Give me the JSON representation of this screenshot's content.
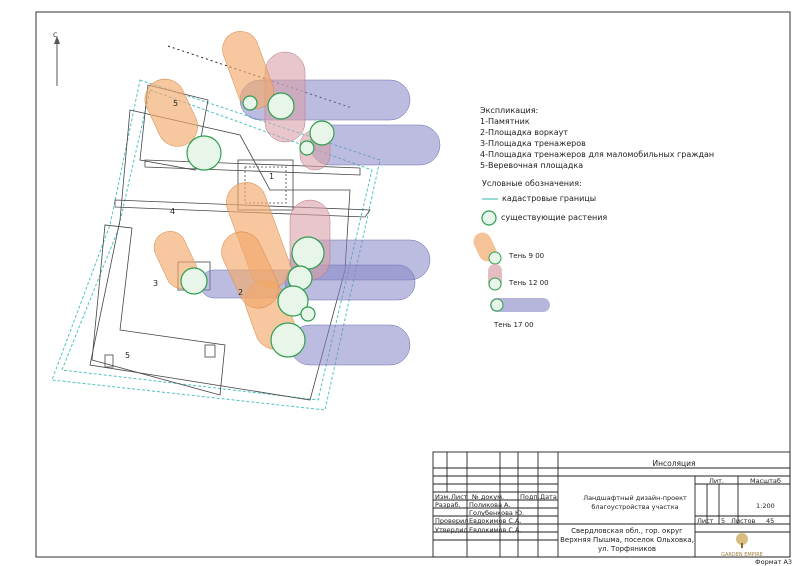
{
  "north_arrow": {
    "label": "С"
  },
  "explication": {
    "title": "Экспликация:",
    "items": [
      "1-Памятник",
      "2-Площадка воркаут",
      "3-Площадка тренажеров",
      "4-Площадка тренажеров для маломобильных граждан",
      "5-Веревочная площадка"
    ]
  },
  "legend": {
    "title": "Условные обозначения:",
    "cadastral": "кадастровые границы",
    "existing_plants": "существующие растения",
    "shadow_9": "Тень 9 00",
    "shadow_12": "Тень 12 00",
    "shadow_17": "Тень 17 00"
  },
  "plan_labels": {
    "z1": "1",
    "z2": "2",
    "z3": "3",
    "z4": "4",
    "z5a": "5",
    "z5b": "5"
  },
  "title_block": {
    "sheet_name": "Инсоляция",
    "project": "Ландшафтный дизайн-проект благоустройства участка",
    "address": "Свердловская обл., гор. округ Верхняя Пышма, поселок Ольховка, ул. Торфяников",
    "headers": {
      "izm": "Изм.",
      "list": "Лист",
      "doc": "№ докум.",
      "sign": "Подп.",
      "date": "Дата"
    },
    "roles": {
      "razrab": "Разраб.",
      "prov": "Проверил",
      "utv": "Утвердил"
    },
    "names": {
      "razrab": "Поликова А.",
      "second": "Голубенкова Ю.",
      "prov": "Евдокимов С.А.",
      "utv": "Евдокимов С.А."
    },
    "lit_label": "Лит.",
    "scale_label": "Масштаб",
    "scale_value": "1:200",
    "sheet_label": "Лист",
    "sheet_value": "5",
    "sheets_label": "Листов",
    "sheets_value": "45",
    "format": "Формат А3",
    "logo_text": "GARDEN EMPIRE"
  },
  "colors": {
    "shadow9": "#f2a96c",
    "shadow12": "#d9a0a8",
    "shadow17": "#8585c6",
    "cadastral": "#4fc3c0",
    "plant": "#2e9e4f"
  }
}
